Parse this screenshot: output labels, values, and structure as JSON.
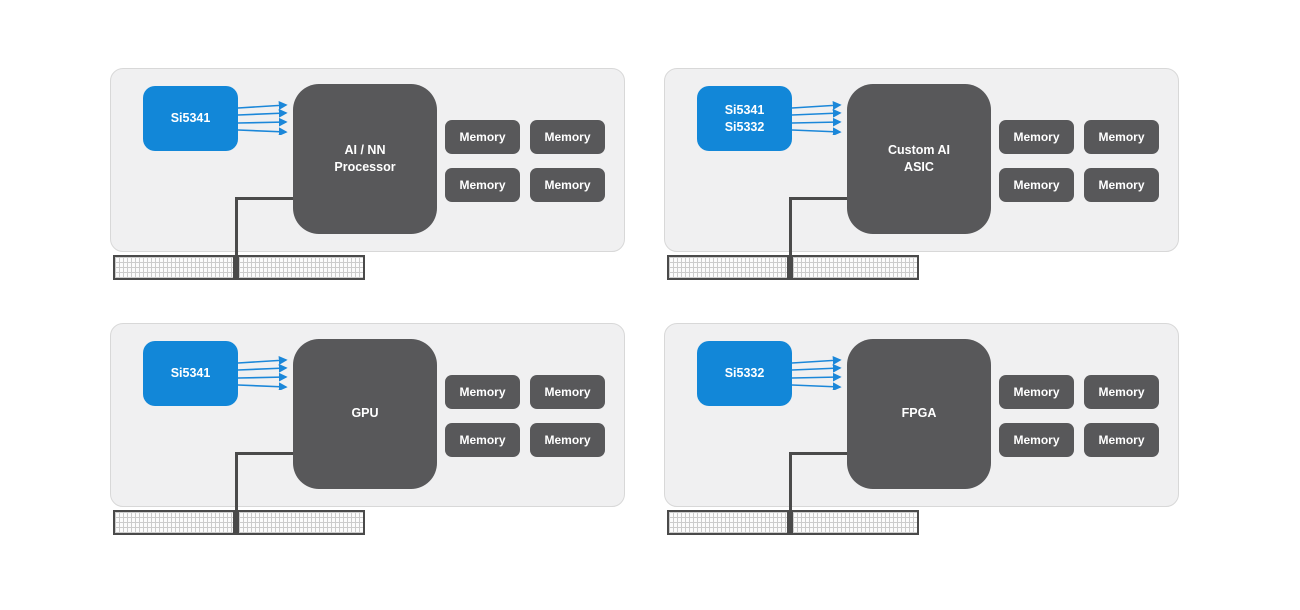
{
  "colors": {
    "chip_blue": "#1287d8",
    "arrow_blue": "#1b87d9",
    "block_gray": "#58585a",
    "panel_bg": "#f0f0f1",
    "panel_border": "#d8d8d8",
    "trace_gray": "#4a4a4a",
    "label_text": "#ffffff"
  },
  "panels": [
    {
      "chip": "Si5341",
      "processor": "AI / NN\nProcessor",
      "memories": [
        "Memory",
        "Memory",
        "Memory",
        "Memory"
      ]
    },
    {
      "chip": "Si5341\nSi5332",
      "processor": "Custom AI\nASIC",
      "memories": [
        "Memory",
        "Memory",
        "Memory",
        "Memory"
      ]
    },
    {
      "chip": "Si5341",
      "processor": "GPU",
      "memories": [
        "Memory",
        "Memory",
        "Memory",
        "Memory"
      ]
    },
    {
      "chip": "Si5332",
      "processor": "FPGA",
      "memories": [
        "Memory",
        "Memory",
        "Memory",
        "Memory"
      ]
    }
  ]
}
